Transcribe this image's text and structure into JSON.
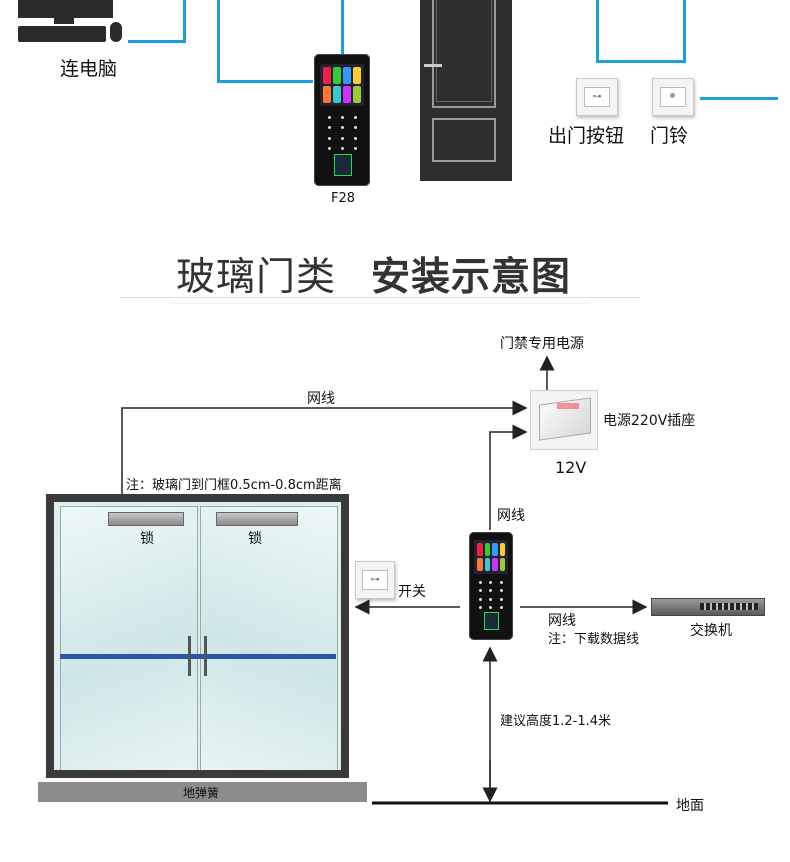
{
  "top": {
    "pc_label": "连电脑",
    "device_label": "F28",
    "exit_button_label": "出门按钮",
    "doorbell_label": "门铃"
  },
  "heading": {
    "light": "玻璃门类",
    "bold": "安装示意图"
  },
  "diagram": {
    "power_title": "门禁专用电源",
    "cable_label_top": "网线",
    "power_socket_label": "电源220V插座",
    "power_voltage": "12V",
    "gap_note": "注：玻璃门到门框0.5cm-0.8cm距离",
    "cable_label_mid": "网线",
    "lock_left": "锁",
    "lock_right": "锁",
    "switch_label": "开关",
    "cable_label_switch": "网线",
    "download_note": "注：下载数据线",
    "switch_device_label": "交换机",
    "height_note": "建议高度1.2-1.4米",
    "floor_spring_label": "地弹簧",
    "ground_label": "地面"
  },
  "colors": {
    "blue_wire": "#1aa0e0",
    "line": "#333333",
    "door_dark": "#2e2e2e",
    "glass": "#dfeff0",
    "floor_spring": "#8c8c8c"
  }
}
